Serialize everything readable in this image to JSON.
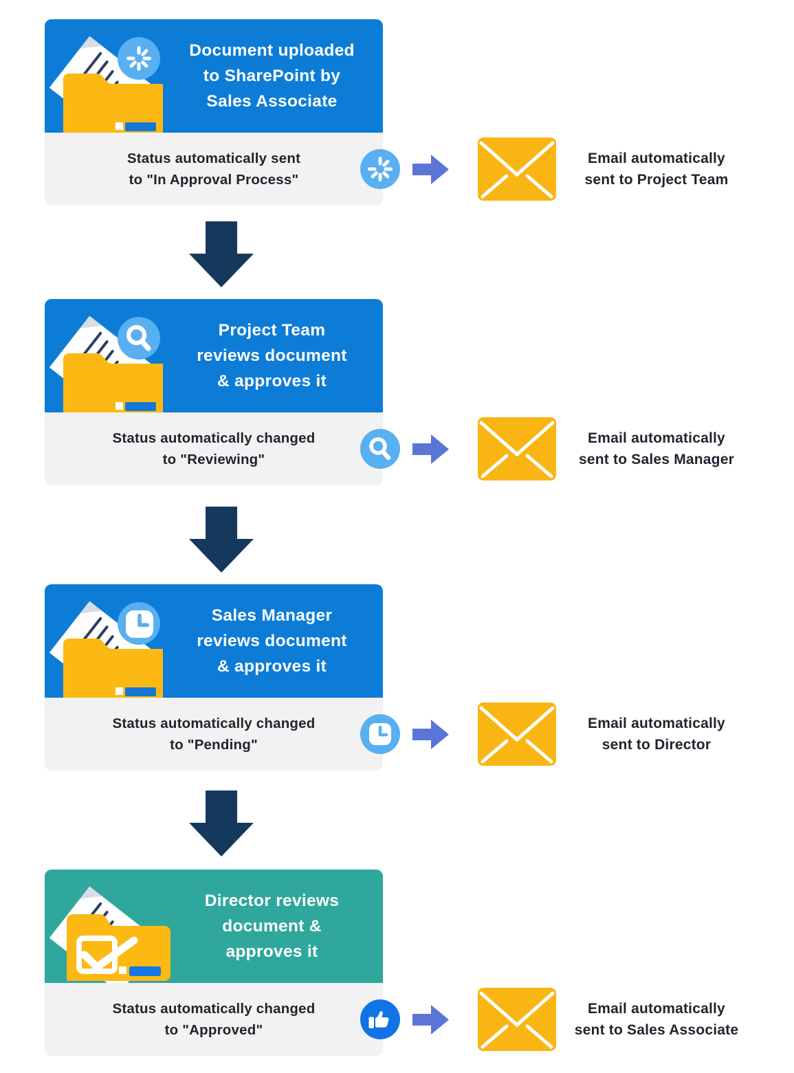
{
  "colors": {
    "header_blue": "#0d7cd7",
    "header_teal": "#30a79d",
    "panel_gray": "#f2f2f3",
    "folder_yellow": "#fcb813",
    "envelope_yellow": "#f9b513",
    "arrow_navy": "#15395c",
    "arrow_blue": "#5b75d7",
    "icon_lightblue": "#58aff1",
    "icon_darkblue": "#1173e5",
    "folder_dash_blue": "#1678d6",
    "folder_dash_blue_bright": "#1277e8",
    "doc_stripe_navy": "#2a3e63",
    "text_dark": "#23232e",
    "title_white": "#ffffff"
  },
  "cards": [
    {
      "header_color": "#0d7cd7",
      "badge_icon": "spinner-icon",
      "title_lines": [
        "Document uploaded",
        "to SharePoint by",
        "Sales Associate"
      ],
      "status_lines": [
        "Status automatically sent",
        "to \"In Approval Process\""
      ],
      "status_icon": "spinner-icon",
      "email_lines": [
        "Email automatically",
        "sent to Project Team"
      ]
    },
    {
      "header_color": "#0d7cd7",
      "badge_icon": "magnifier-icon",
      "title_lines": [
        "Project Team",
        "reviews document",
        "& approves it"
      ],
      "status_lines": [
        "Status automatically changed",
        "to \"Reviewing\""
      ],
      "status_icon": "magnifier-icon",
      "email_lines": [
        "Email automatically",
        "sent to Sales Manager"
      ]
    },
    {
      "header_color": "#0d7cd7",
      "badge_icon": "clock-icon",
      "title_lines": [
        "Sales Manager",
        "reviews document",
        "& approves it"
      ],
      "status_lines": [
        "Status automatically changed",
        "to \"Pending\""
      ],
      "status_icon": "clock-icon",
      "email_lines": [
        "Email automatically",
        "sent to Director"
      ]
    },
    {
      "header_color": "#30a79d",
      "badge_icon": "check-square-icon",
      "title_lines": [
        "Director reviews",
        "document &",
        "approves it"
      ],
      "status_lines": [
        "Status automatically changed",
        "to \"Approved\""
      ],
      "status_icon": "thumbs-up-icon",
      "email_lines": [
        "Email automatically",
        "sent to Sales Associate"
      ]
    }
  ]
}
